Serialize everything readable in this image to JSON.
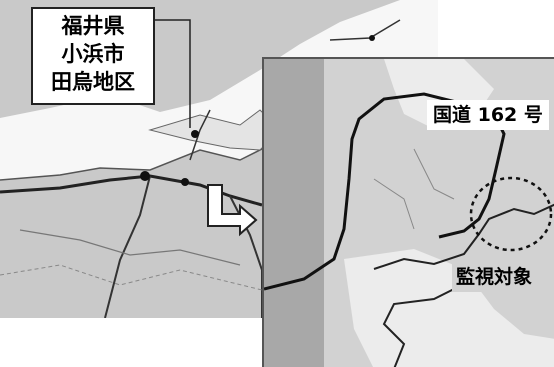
{
  "area_label": {
    "prefecture": "福井県",
    "city": "小浜市",
    "district": "田烏地区"
  },
  "detail_labels": {
    "route": "国道 162 号",
    "target": "監視対象"
  },
  "colors": {
    "overview_background": "#c9c9c9",
    "detail_background": "#d2d2d2",
    "water": "#ffffff",
    "road": "#222222"
  },
  "icons": {
    "marker": "arrow-right-icon"
  }
}
